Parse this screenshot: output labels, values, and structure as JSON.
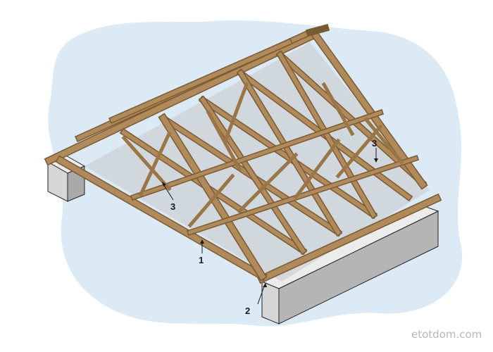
{
  "diagram": {
    "callouts": [
      {
        "id": "1",
        "label": "1"
      },
      {
        "id": "2",
        "label": "2"
      },
      {
        "id": "3a",
        "label": "3"
      },
      {
        "id": "3b",
        "label": "3"
      }
    ],
    "watermark": "etotdom.com"
  },
  "colors": {
    "background_blob": "#dceaf6",
    "timber": "#b08a5a",
    "timber_dark": "#7a5a33",
    "wall": "#d6d6d6",
    "wall_dark": "#a9a9a9",
    "ink": "#1a1a1a"
  }
}
